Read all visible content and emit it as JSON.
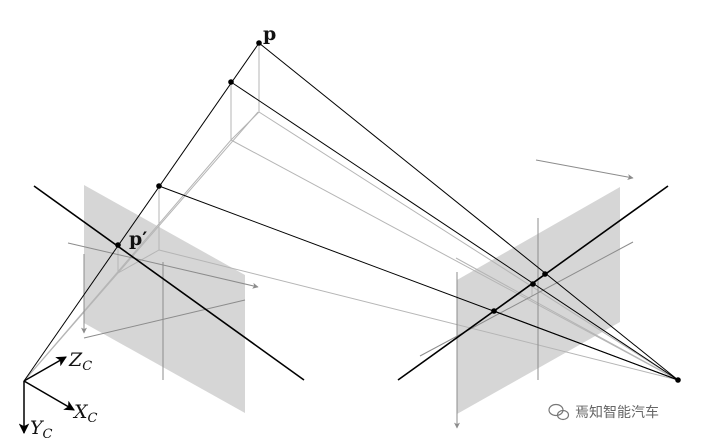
{
  "labels": {
    "point_p": "p",
    "point_p_prime": "p′",
    "axis_z": "Z",
    "axis_z_sub": "C",
    "axis_x": "X",
    "axis_x_sub": "C",
    "axis_y": "Y",
    "axis_y_sub": "C"
  },
  "watermark": {
    "text": "焉知智能汽车",
    "icon": "wechat-icon"
  },
  "colors": {
    "plane_fill": "#d6d6d6",
    "ray_dark": "#000000",
    "ray_light": "#b5b5b5",
    "axis_gray": "#8c8c8c"
  }
}
